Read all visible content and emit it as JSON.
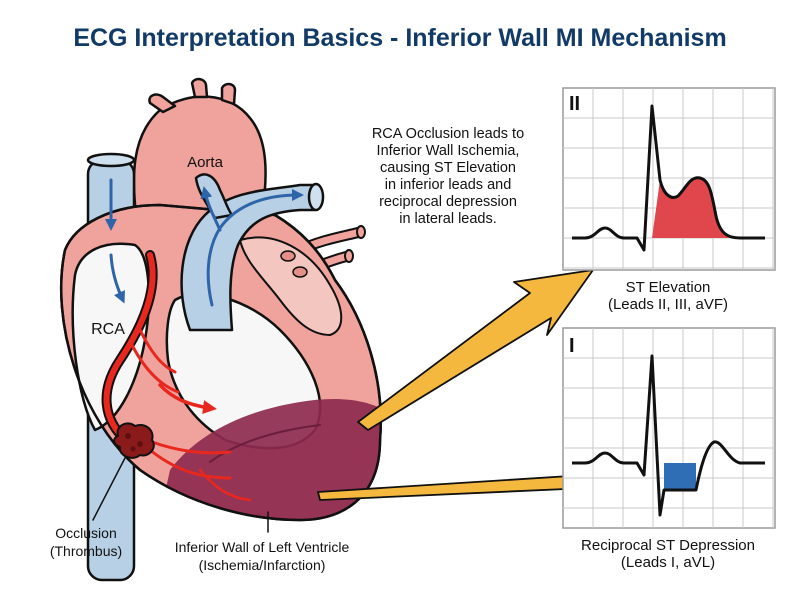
{
  "title": "ECG Interpretation Basics - Inferior Wall MI Mechanism",
  "labels": {
    "aorta": "Aorta",
    "rca": "RCA",
    "occlusion": [
      "Occlusion",
      "(Thrombus)"
    ],
    "inferior_wall": [
      "Inferior Wall of Left Ventricle",
      "(Ischemia/Infarction)"
    ]
  },
  "mechanism_text": [
    "RCA Occlusion leads to",
    "Inferior Wall Ischemia,",
    "causing ST Elevation",
    "in inferior leads and",
    "reciprocal depression",
    "in lateral leads."
  ],
  "ecg_top": {
    "lead": "II",
    "caption": [
      "ST Elevation",
      "(Leads II, III, aVF)"
    ],
    "fill_color": "#e0474c"
  },
  "ecg_bottom": {
    "lead": "I",
    "caption": [
      "Reciprocal ST Depression",
      "(Leads I, aVL)"
    ],
    "fill_color": "#2f6db5"
  },
  "colors": {
    "title": "#123a66",
    "arrow": "#f5b83e",
    "vessel_blue": "#b8d0e6",
    "heart": "#f0a39c",
    "artery_red": "#e8281e",
    "infarct": "#8e2a4f"
  }
}
